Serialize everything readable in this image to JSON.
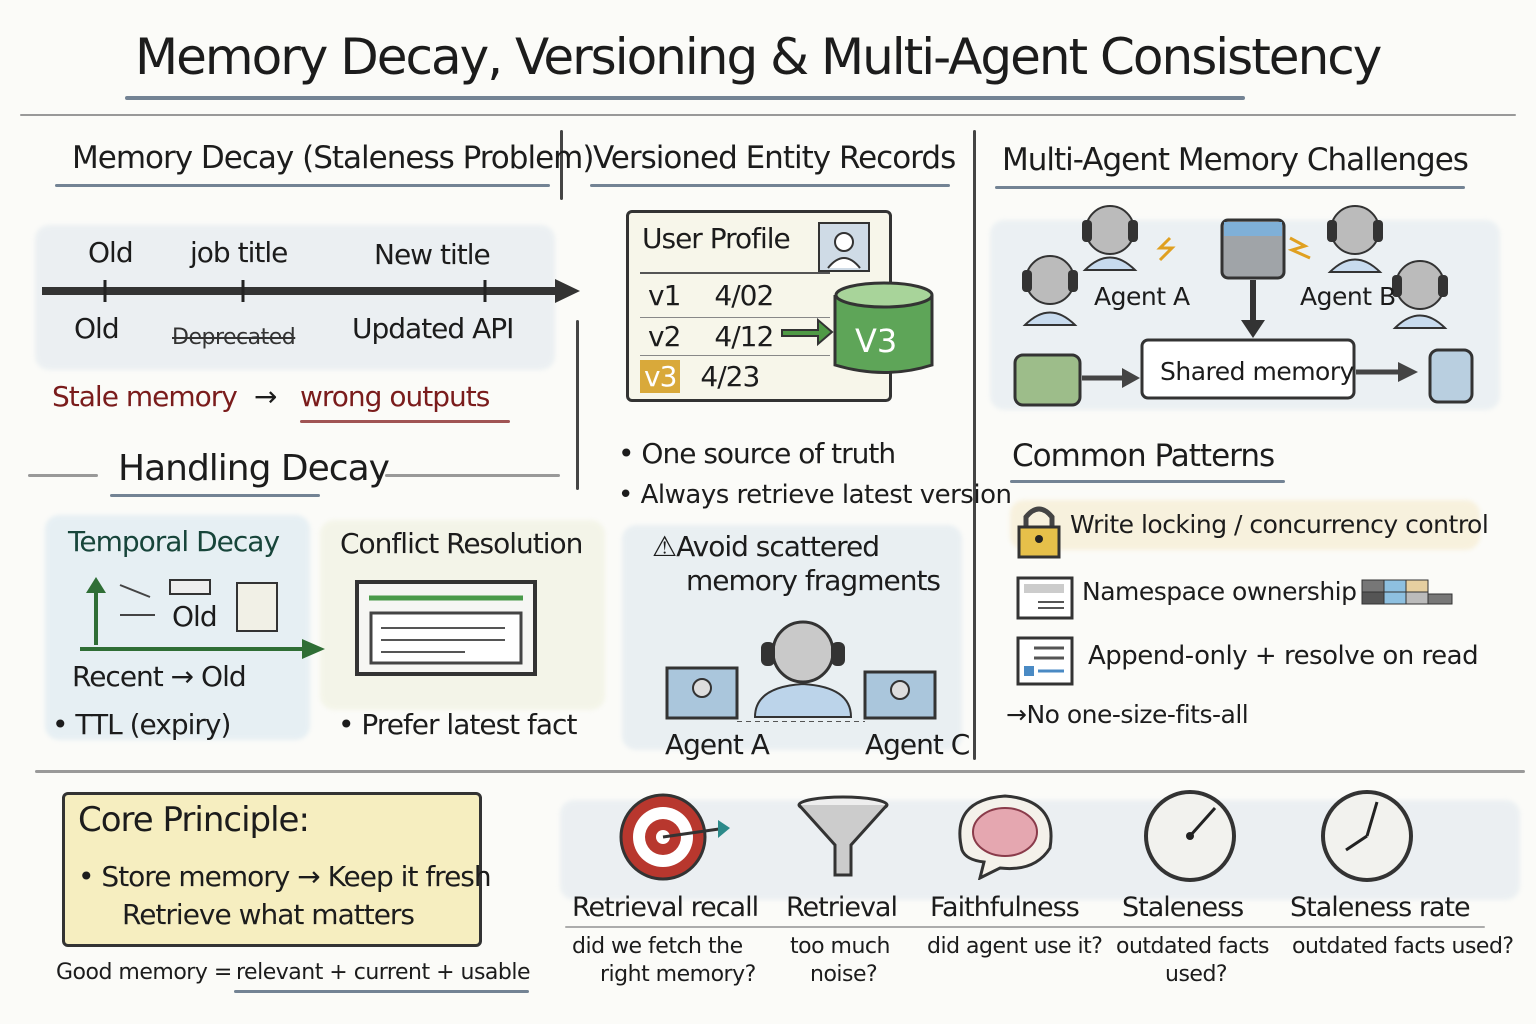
{
  "title": "Memory Decay, Versioning & Multi-Agent Consistency",
  "decay": {
    "heading": "Memory Decay (Staleness Problem)",
    "timeline_top": [
      "Old",
      "job title",
      "New title"
    ],
    "timeline_bottom": [
      "Old",
      "Deprecated",
      "Updated API"
    ],
    "stale_left": "Stale memory",
    "stale_arrow": "→",
    "stale_right": "wrong outputs"
  },
  "handling": {
    "heading": "Handling Decay",
    "temporal": {
      "title": "Temporal Decay",
      "icon_label": "Old",
      "axis": "Recent → Old",
      "bullet": "TTL (expiry)"
    },
    "conflict": {
      "title": "Conflict Resolution",
      "bullet": "Prefer latest fact"
    }
  },
  "versioned": {
    "heading": "Versioned Entity Records",
    "card_title": "User Profile",
    "rows": [
      {
        "v": "v1",
        "date": "4/02"
      },
      {
        "v": "v2",
        "date": "4/12"
      },
      {
        "v": "v3",
        "date": "4/23"
      }
    ],
    "db_label": "V3",
    "bullets": [
      "One source of truth",
      "Always retrieve latest version"
    ],
    "warning": [
      "Avoid scattered",
      "memory fragments"
    ],
    "agents": [
      "Agent A",
      "Agent C"
    ]
  },
  "multi": {
    "heading": "Multi-Agent Memory Challenges",
    "agents": [
      "Agent A",
      "Agent B"
    ],
    "shared": "Shared memory",
    "patterns_heading": "Common Patterns",
    "patterns": [
      "Write locking / concurrency control",
      "Namespace ownership",
      "Append-only + resolve on read"
    ],
    "conclusion": "→No one-size-fits-all"
  },
  "core": {
    "title": "Core Principle:",
    "line1": "• Store memory → Keep it fresh",
    "line2": "Retrieve what matters",
    "footer_left": "Good memory =",
    "footer_right": "relevant + current + usable"
  },
  "metrics": [
    {
      "icon": "target",
      "title": "Retrieval recall",
      "sub": [
        "did we fetch the",
        "right memory?"
      ]
    },
    {
      "icon": "funnel",
      "title": "Retrieval",
      "sub": [
        "too much",
        "noise?"
      ]
    },
    {
      "icon": "brain",
      "title": "Faithfulness",
      "sub": [
        "did agent use it?",
        ""
      ]
    },
    {
      "icon": "gauge",
      "title": "Staleness",
      "sub": [
        "outdated facts",
        "used?"
      ]
    },
    {
      "icon": "clock",
      "title": "Staleness rate",
      "sub": [
        "outdated facts used?",
        ""
      ]
    }
  ],
  "colors": {
    "stale_red": "#7a1c1c",
    "green": "#2f7a3a",
    "note_yellow": "#f6eec0",
    "ink": "#1c1c1c"
  }
}
